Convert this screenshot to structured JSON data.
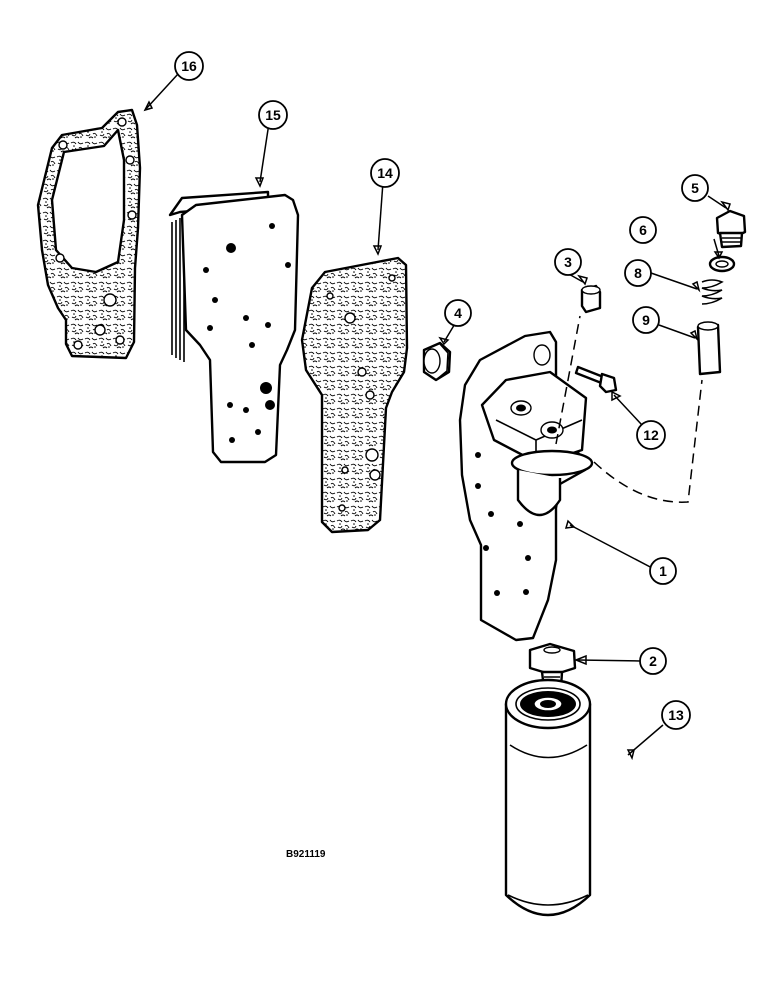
{
  "callouts": {
    "c1": "1",
    "c2": "2",
    "c3": "3",
    "c4": "4",
    "c5": "5",
    "c6": "6",
    "c8": "8",
    "c9": "9",
    "c12": "12",
    "c13": "13",
    "c14": "14",
    "c15": "15",
    "c16": "16"
  },
  "figure_ref": "B921119"
}
